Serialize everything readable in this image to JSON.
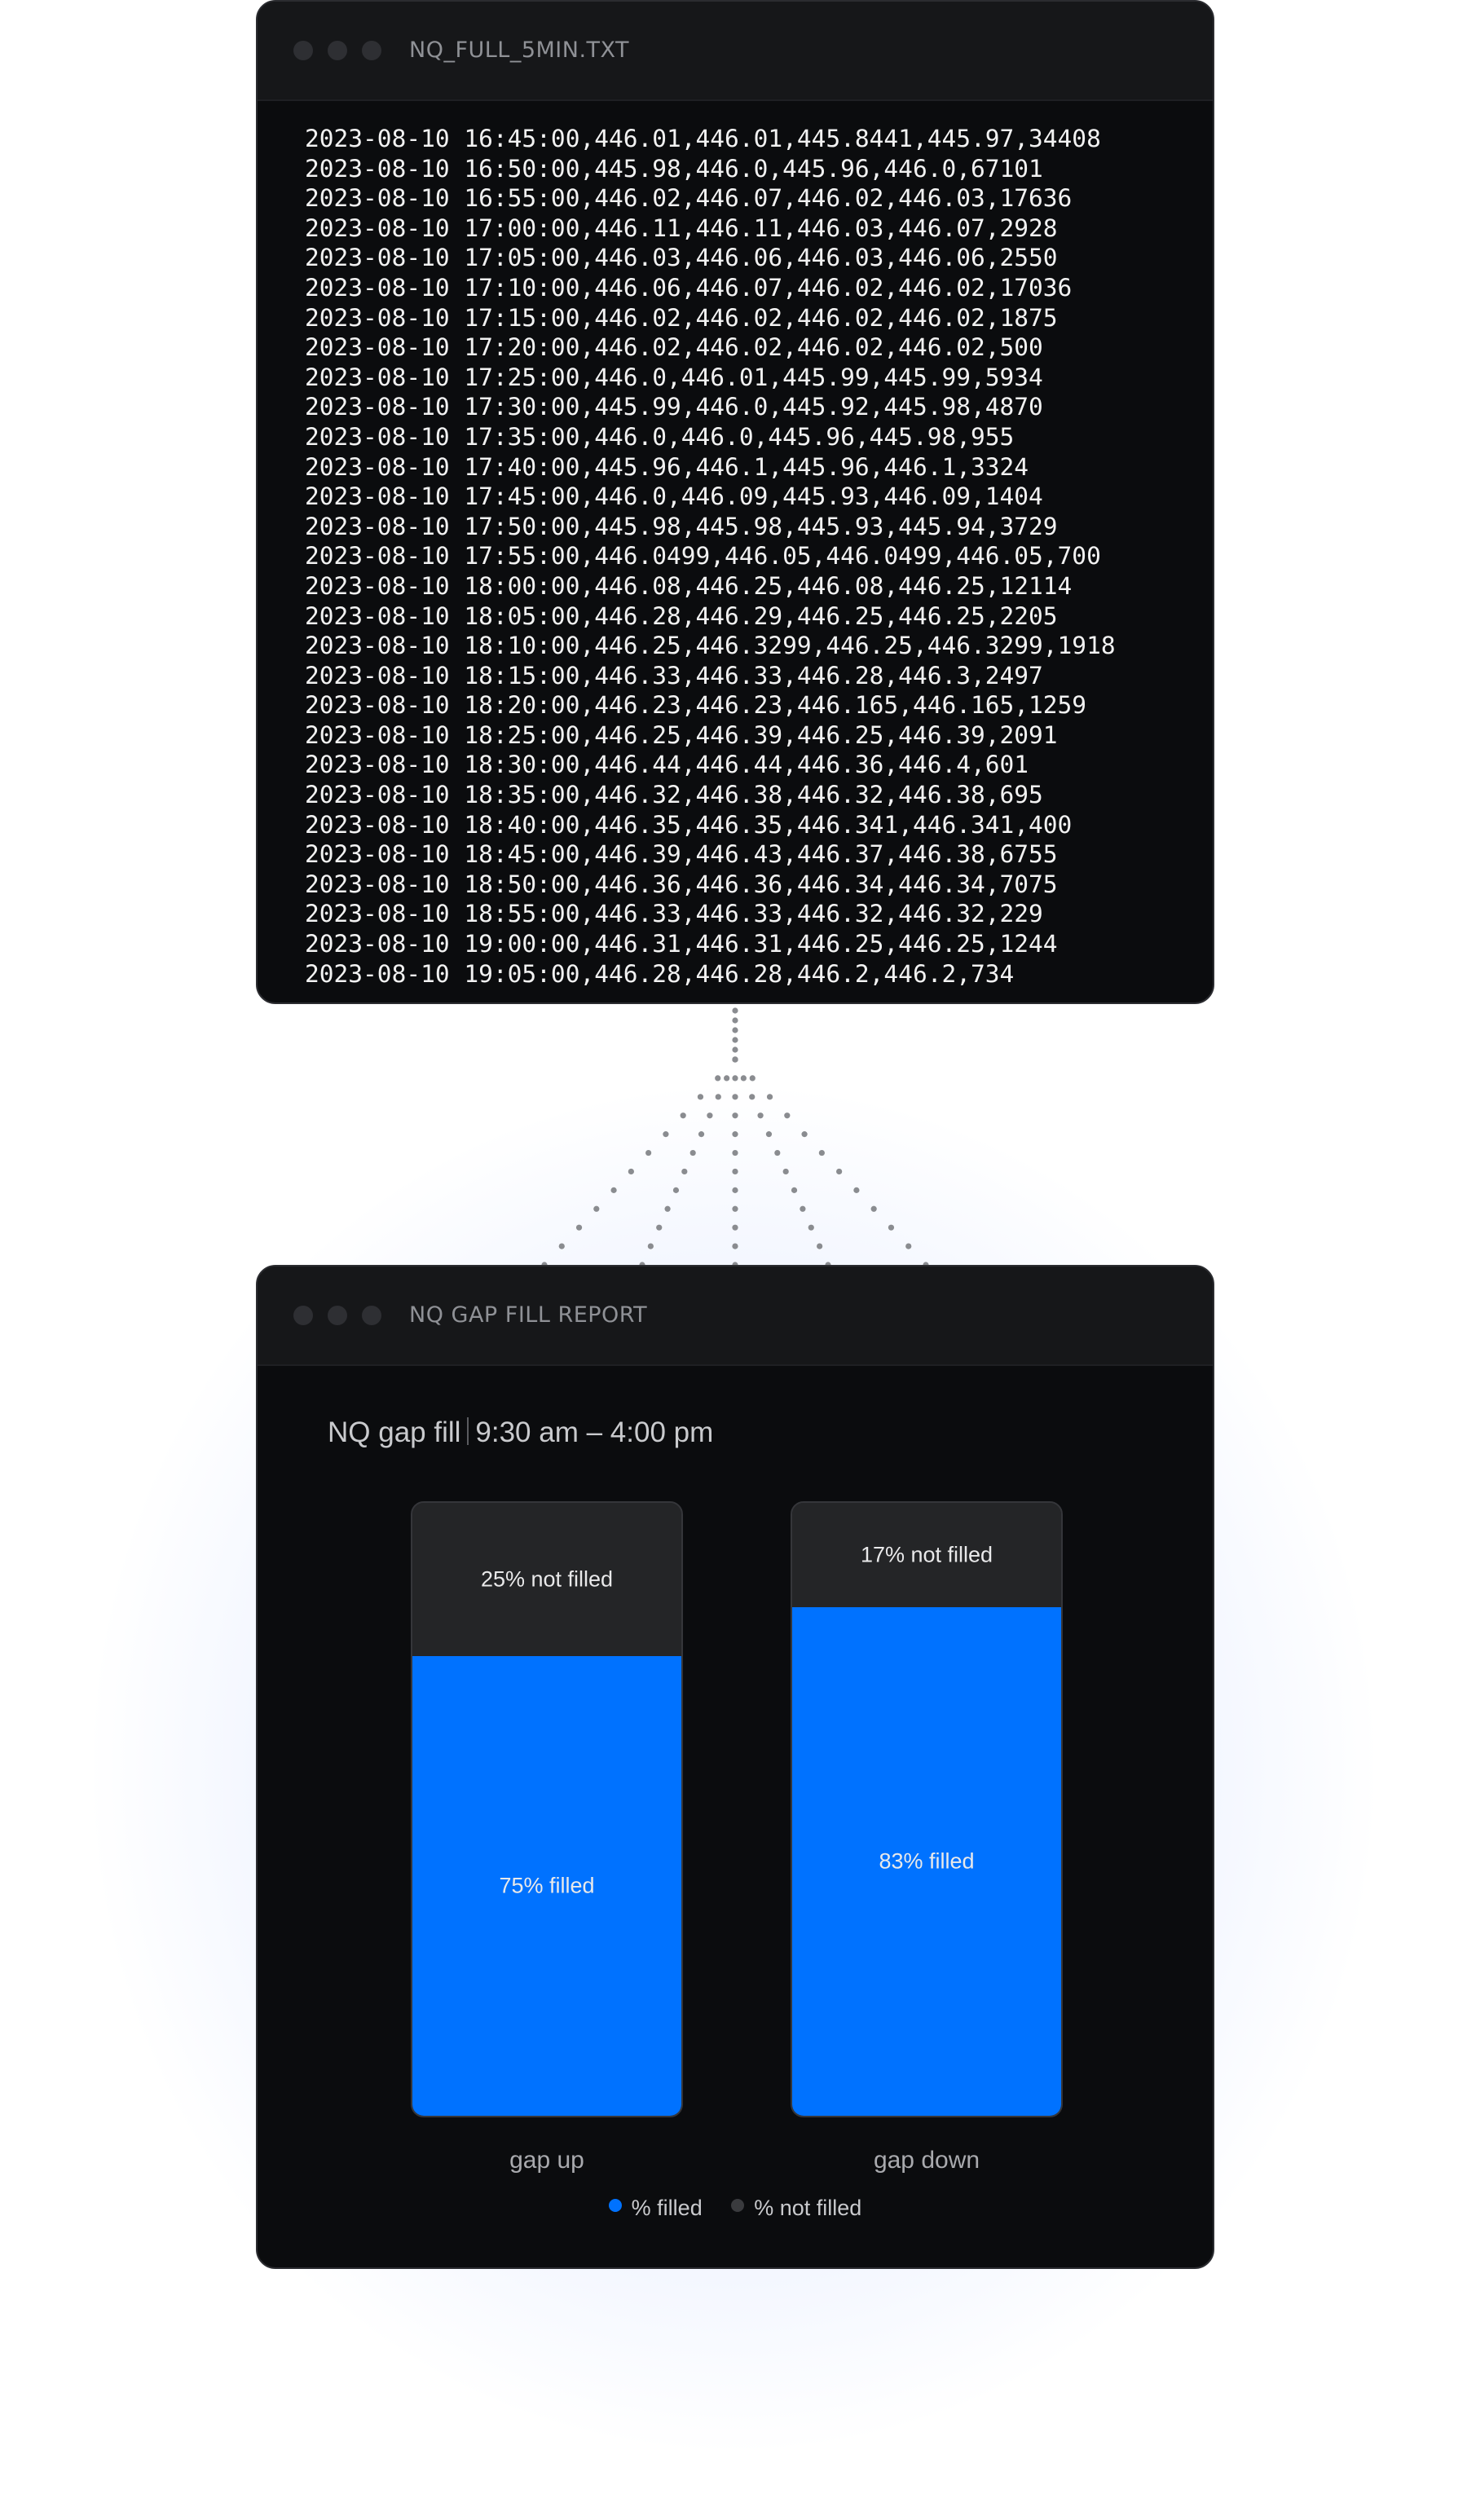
{
  "file_window": {
    "title": "NQ_FULL_5MIN.TXT",
    "lines": [
      "2023-08-10 16:45:00,446.01,446.01,445.8441,445.97,34408",
      "2023-08-10 16:50:00,445.98,446.0,445.96,446.0,67101",
      "2023-08-10 16:55:00,446.02,446.07,446.02,446.03,17636",
      "2023-08-10 17:00:00,446.11,446.11,446.03,446.07,2928",
      "2023-08-10 17:05:00,446.03,446.06,446.03,446.06,2550",
      "2023-08-10 17:10:00,446.06,446.07,446.02,446.02,17036",
      "2023-08-10 17:15:00,446.02,446.02,446.02,446.02,1875",
      "2023-08-10 17:20:00,446.02,446.02,446.02,446.02,500",
      "2023-08-10 17:25:00,446.0,446.01,445.99,445.99,5934",
      "2023-08-10 17:30:00,445.99,446.0,445.92,445.98,4870",
      "2023-08-10 17:35:00,446.0,446.0,445.96,445.98,955",
      "2023-08-10 17:40:00,445.96,446.1,445.96,446.1,3324",
      "2023-08-10 17:45:00,446.0,446.09,445.93,446.09,1404",
      "2023-08-10 17:50:00,445.98,445.98,445.93,445.94,3729",
      "2023-08-10 17:55:00,446.0499,446.05,446.0499,446.05,700",
      "2023-08-10 18:00:00,446.08,446.25,446.08,446.25,12114",
      "2023-08-10 18:05:00,446.28,446.29,446.25,446.25,2205",
      "2023-08-10 18:10:00,446.25,446.3299,446.25,446.3299,1918",
      "2023-08-10 18:15:00,446.33,446.33,446.28,446.3,2497",
      "2023-08-10 18:20:00,446.23,446.23,446.165,446.165,1259",
      "2023-08-10 18:25:00,446.25,446.39,446.25,446.39,2091",
      "2023-08-10 18:30:00,446.44,446.44,446.36,446.4,601",
      "2023-08-10 18:35:00,446.32,446.38,446.32,446.38,695",
      "2023-08-10 18:40:00,446.35,446.35,446.341,446.341,400",
      "2023-08-10 18:45:00,446.39,446.43,446.37,446.38,6755",
      "2023-08-10 18:50:00,446.36,446.36,446.34,446.34,7075",
      "2023-08-10 18:55:00,446.33,446.33,446.32,446.32,229",
      "2023-08-10 19:00:00,446.31,446.31,446.25,446.25,1244",
      "2023-08-10 19:05:00,446.28,446.28,446.2,446.2,734"
    ]
  },
  "report_window": {
    "title": "NQ GAP FILL REPORT",
    "heading_left": "NQ gap fill",
    "heading_right": "9:30 am – 4:00 pm"
  },
  "chart_data": {
    "type": "bar",
    "stacked": true,
    "categories": [
      "gap up",
      "gap down"
    ],
    "series": [
      {
        "name": "% filled",
        "values": [
          75,
          83
        ],
        "labels": [
          "75% filled",
          "83% filled"
        ],
        "color": "#0072ff"
      },
      {
        "name": "% not filled",
        "values": [
          25,
          17
        ],
        "labels": [
          "25% not filled",
          "17% not filled"
        ],
        "color": "#242527"
      }
    ],
    "ylim": [
      0,
      100
    ],
    "legend": [
      "% filled",
      "% not filled"
    ],
    "legend_colors": [
      "#0072ff",
      "#3a3b3e"
    ],
    "legend_position": "bottom"
  }
}
